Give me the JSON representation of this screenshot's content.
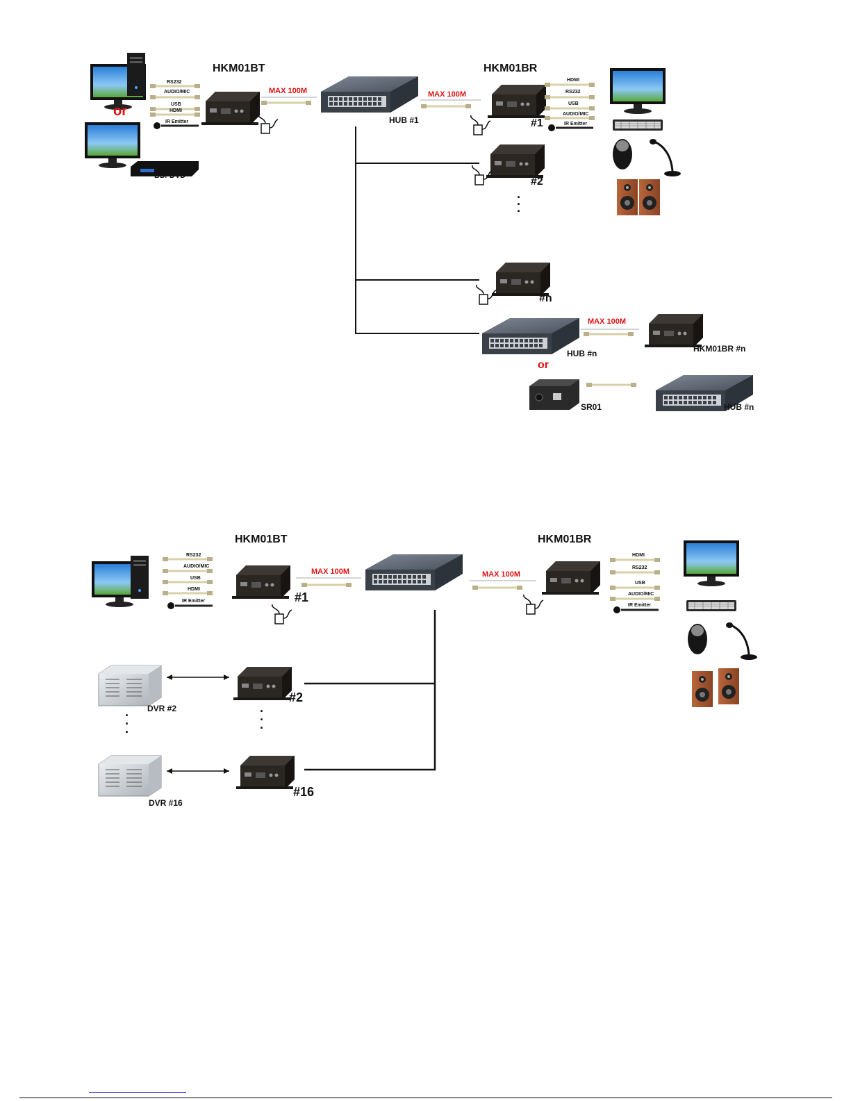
{
  "colors": {
    "accent_red": "#e01010",
    "wire": "#111111",
    "hub_body": "#5c6470",
    "device_body": "#1f1c18"
  },
  "diagram1": {
    "transmitter_title": "HKM01BT",
    "receiver_title": "HKM01BR",
    "or_label": "or",
    "bd_dvd_label": "BD/ DVD",
    "distance_tx": "MAX  100M",
    "distance_rx": "MAX  100M",
    "distance_hubn": "MAX  100M",
    "hub1_label": "HUB #1",
    "rx_labels": [
      "#1",
      "#2",
      "#n"
    ],
    "hubn_label": "HUB #n",
    "hkm_n_label": "HKM01BR #n",
    "or_label_2": "or",
    "sr01_label": "SR01",
    "hubn2_label": "HUB #n",
    "tx_cables": [
      "RS232",
      "AUDIO/MIC",
      "USB",
      "HDMI",
      "IR Emitter"
    ],
    "rx_cables": [
      "HDMI",
      "RS232",
      "USB",
      "AUDIO/MIC",
      "IR Emitter"
    ],
    "dots": "·"
  },
  "diagram2": {
    "transmitter_title": "HKM01BT",
    "receiver_title": "HKM01BR",
    "distance_tx": "MAX  100M",
    "distance_rx": "MAX  100M",
    "tx_labels": [
      "#1",
      "#2",
      "#16"
    ],
    "dvr_labels": [
      "DVR #2",
      "DVR #16"
    ],
    "tx_cables": [
      "RS232",
      "AUDIO/MIC",
      "USB",
      "HDMI",
      "IR Emitter"
    ],
    "rx_cables": [
      "HDMI",
      "RS232",
      "USB",
      "AUDIO/MIC",
      "IR Emitter"
    ]
  }
}
